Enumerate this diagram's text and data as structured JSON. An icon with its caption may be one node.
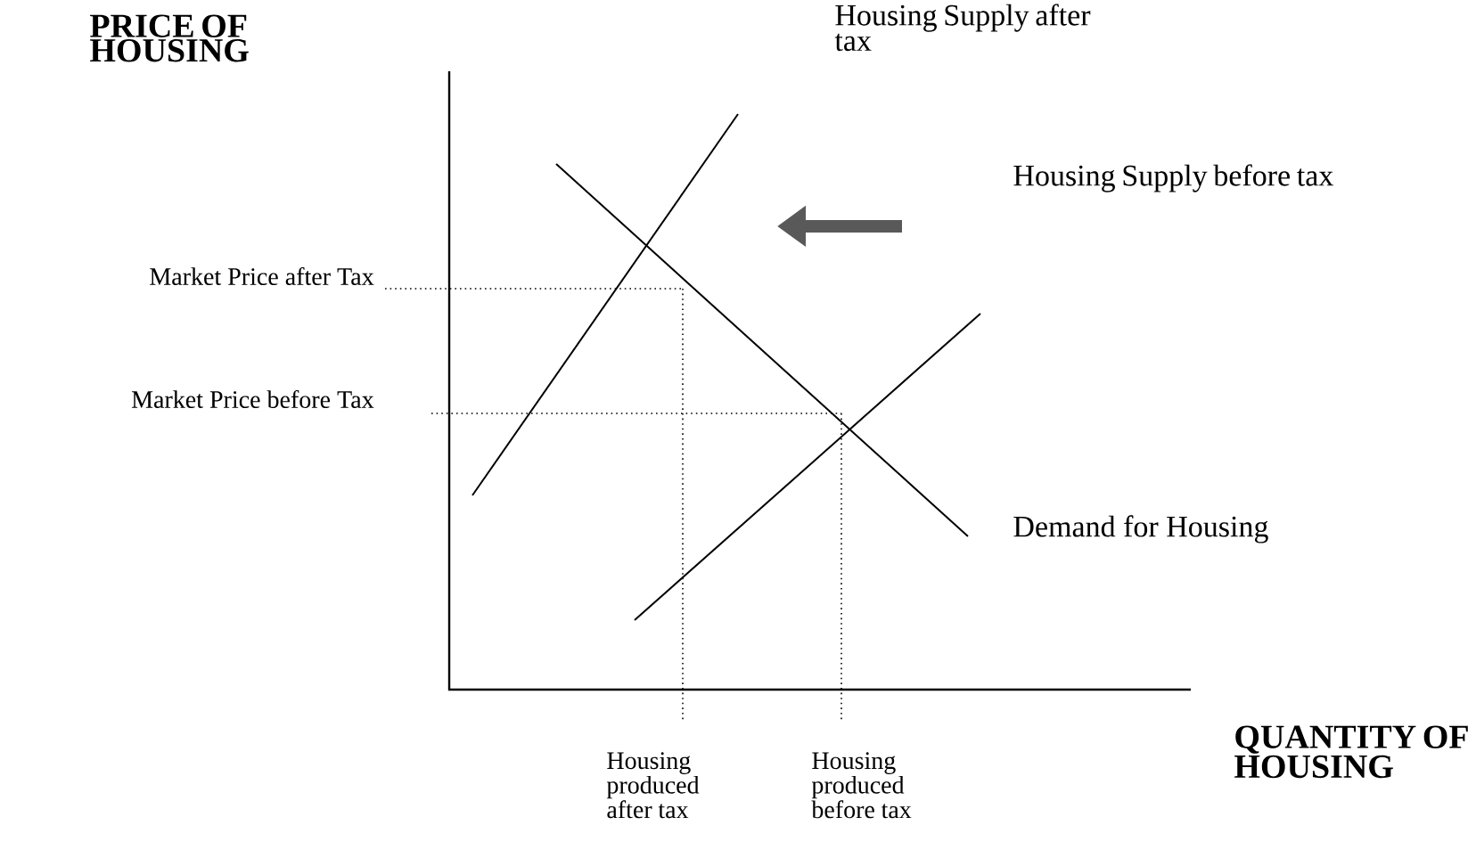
{
  "diagram": {
    "labels": [
      "PRICE OF HOUSING",
      "Housing Supply after tax",
      "Market Price after Tax",
      "Housing Supply before tax",
      "Market Price before Tax",
      "Demand for Housing",
      "Housing produced after tax",
      "Housing produced before tax",
      "QUANTITY OF HOUSING"
    ]
  }
}
